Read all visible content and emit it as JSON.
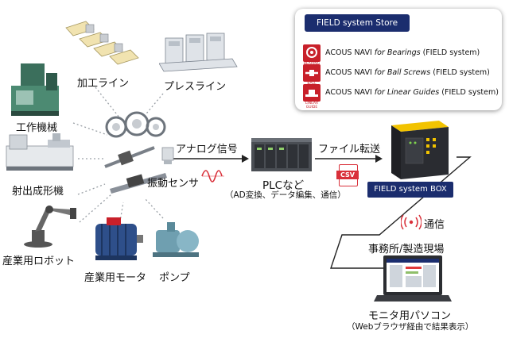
{
  "labels": {
    "processing_line": "加工ライン",
    "press_line": "プレスライン",
    "machine_tool": "工作機械",
    "injection_molding": "射出成形機",
    "industrial_robot": "産業用ロボット",
    "industrial_motor": "産業用モータ",
    "pump": "ポンプ",
    "vibration_sensor": "振動センサ",
    "analog_signal": "アナログ信号",
    "plc": "PLCなど",
    "plc_sub": "（AD変換、データ編集、通信）",
    "file_transfer": "ファイル転送",
    "csv": "CSV",
    "field_box": "FIELD system BOX",
    "communication": "通信",
    "office_site": "事務所/製造現場",
    "monitor_pc": "モニタ用パソコン",
    "monitor_pc_sub": "（Webブラウザ経由で結果表示）"
  },
  "store": {
    "title": "FIELD system Store",
    "items": [
      {
        "icon_caption": "BEARING",
        "prefix": "ACOUS NAVI ",
        "italic": "for Bearings",
        "suffix": " (FIELD system)"
      },
      {
        "icon_caption": "BALL SCREW",
        "prefix": "ACOUS NAVI ",
        "italic": "for  Ball Screws",
        "suffix": " (FIELD system)"
      },
      {
        "icon_caption": "LINEAR GUIDE",
        "prefix": "ACOUS NAVI ",
        "italic": "for Linear Guides",
        "suffix": " (FIELD system)"
      }
    ]
  },
  "colors": {
    "navy": "#1b2d6e",
    "red": "#c8202a",
    "csv_red": "#d9303a"
  }
}
